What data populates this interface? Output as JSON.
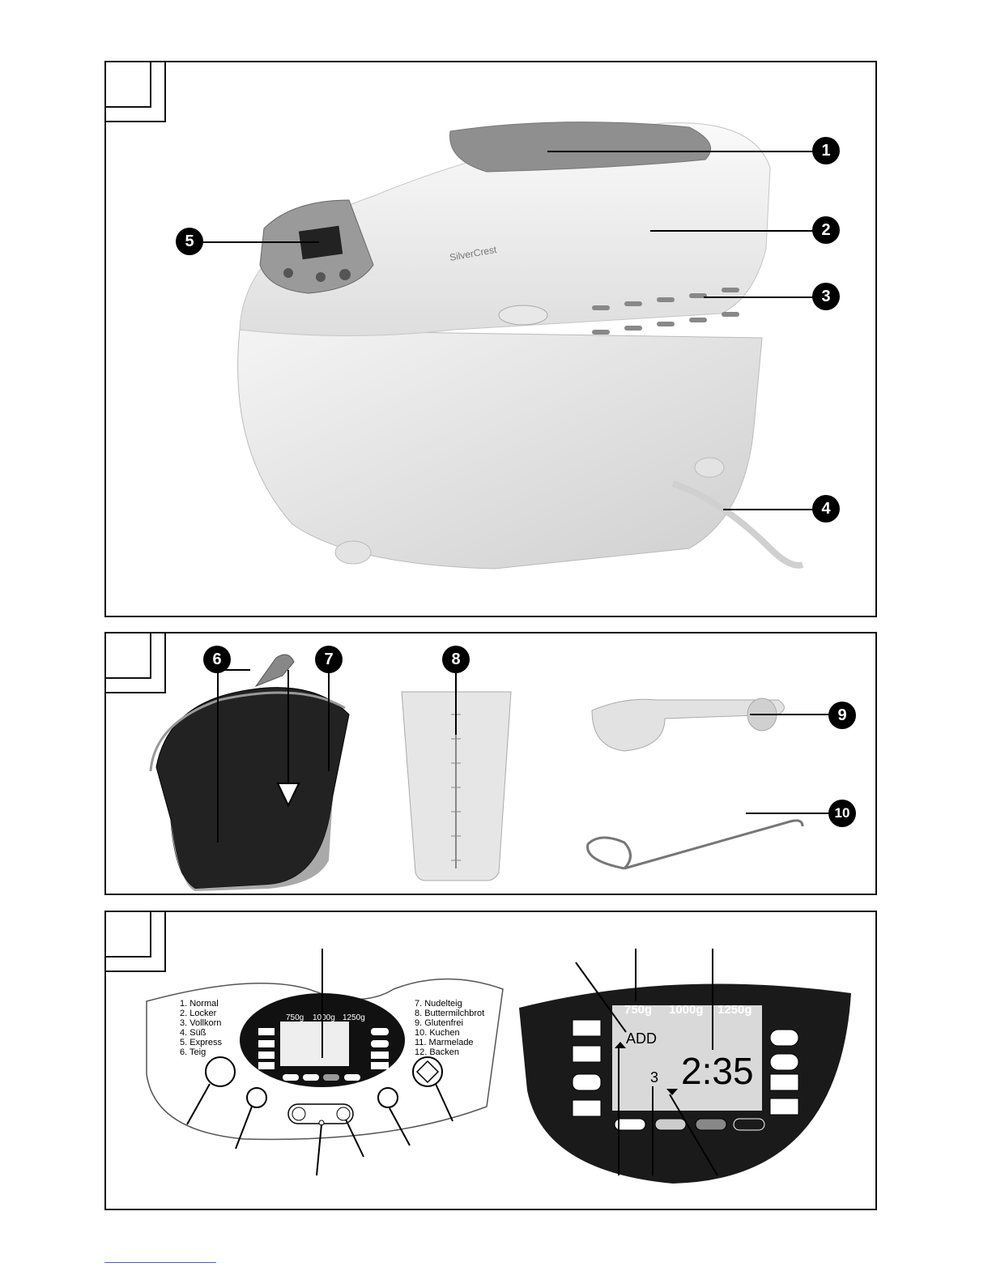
{
  "figure_a": {
    "callouts": [
      "1",
      "2",
      "3",
      "4",
      "5"
    ],
    "brand_logo": "SilverCrest"
  },
  "figure_b": {
    "callouts": [
      "6",
      "7",
      "8",
      "9",
      "10"
    ]
  },
  "figure_c": {
    "programs_left": [
      "1. Normal",
      "2. Locker",
      "3. Vollkorn",
      "4. Süß",
      "5. Express",
      "6. Teig"
    ],
    "programs_right": [
      "7. Nudelteig",
      "8. Buttermilchbrot",
      "9. Glutenfrei",
      "10. Kuchen",
      "11. Marmelade",
      "12. Backen"
    ],
    "weights": [
      "750g",
      "1000g",
      "1250g"
    ],
    "display_add": "ADD",
    "display_time": "2:35",
    "display_program": "3"
  },
  "colors": {
    "line": "#111111",
    "callout_fill": "#000000",
    "display_bg": "#1a1a1a",
    "lcd": "#d9d9d9"
  }
}
